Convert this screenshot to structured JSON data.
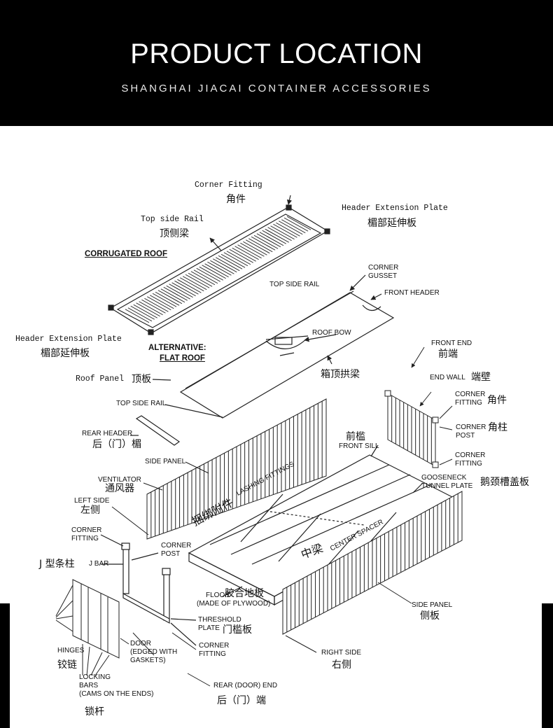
{
  "header": {
    "title": "PRODUCT LOCATION",
    "subtitle": "SHANGHAI JIACAI CONTAINER ACCESSORIES"
  },
  "labels": {
    "corner_fitting_top": "Corner Fitting",
    "corner_fitting_top_cn": "角件",
    "top_side_rail_top": "Top side Rail",
    "top_side_rail_top_cn": "顶侧梁",
    "header_ext_plate_right": "Header Extension Plate",
    "header_ext_plate_right_cn": "楣部延伸板",
    "corrugated_roof": "CORRUGATED ROOF",
    "top_side_rail_mid": "TOP SIDE RAIL",
    "corner_gusset": "CORNER\nGUSSET",
    "front_header": "FRONT HEADER",
    "header_ext_plate_left": "Header Extension Plate",
    "header_ext_plate_left_cn": "楣部延伸板",
    "alternative_flat_roof_1": "ALTERNATIVE:",
    "alternative_flat_roof_2": "FLAT ROOF",
    "roof_bow": "ROOF BOW",
    "roof_bow_cn": "箱顶拱梁",
    "front_end": "FRONT END",
    "front_end_cn": "前端",
    "roof_panel": "Roof Panel",
    "roof_panel_cn": "顶板",
    "end_wall": "END WALL",
    "end_wall_cn": "端壁",
    "top_side_rail_low": "TOP SIDE RAIL",
    "corner_fitting_r1": "CORNER\nFITTING",
    "corner_fitting_r1_cn": "角件",
    "rear_header": "REAR HEADER",
    "rear_header_cn": "后（门）楣",
    "front_sill_cn": "前槛",
    "front_sill": "FRONT SILL",
    "corner_post_r": "CORNER\nPOST",
    "corner_post_r_cn": "角柱",
    "corner_fitting_r2": "CORNER\nFITTING",
    "side_panel_left": "SIDE PANEL",
    "ventilator": "VENTILATOR",
    "ventilator_cn": "通风器",
    "gooseneck": "GOOSENECK\nTUNNEL PLATE",
    "gooseneck_cn": "鹅颈槽盖板",
    "left_side": "LEFT SIDE",
    "left_side_cn": "左侧",
    "lashing_fittings": "LASHING FITTINGS",
    "lashing_fittings_cn": "捆绑附件",
    "corner_fitting_l": "CORNER\nFITTING",
    "corner_post_l": "CORNER\nPOST",
    "center_spacer": "CENTER SPACER",
    "center_spacer_cn": "中梁",
    "j_bar_cn": "J 型条柱",
    "j_bar": "J BAR",
    "floor": "FLOOR",
    "floor_cn": "胶合地板",
    "floor_note": "(MADE OF PLYWOOD)",
    "side_panel_right": "SIDE PANEL",
    "side_panel_right_cn": "侧板",
    "threshold": "THRESHOLD\nPLATE",
    "threshold_cn": "门槛板",
    "hinges": "HINGES",
    "hinges_cn": "铰链",
    "door": "DOOR\n(EDGED WITH\nGASKETS)",
    "corner_fitting_b": "CORNER\nFITTING",
    "right_side": "RIGHT SIDE",
    "right_side_cn": "右侧",
    "locking_bars": "LOCKING\nBARS\n(CAMS ON THE ENDS)",
    "rear_door_end": "REAR (DOOR) END",
    "rear_door_end_cn": "后（门）端",
    "locking_bars_cn": "锁杆"
  },
  "colors": {
    "header_bg": "#000000",
    "title": "#ffffff",
    "line": "#222222"
  }
}
